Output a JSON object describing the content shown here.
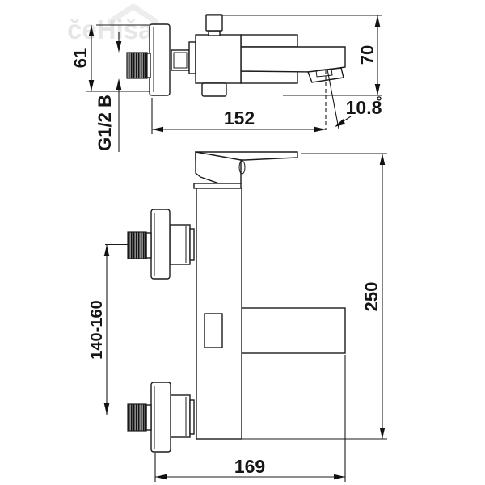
{
  "watermark": {
    "text": "čeHiša",
    "color": "#d7d7d7"
  },
  "colors": {
    "ink": "#1b1b1b",
    "background": "#ffffff"
  },
  "side_view": {
    "dim_mount_height": "61",
    "dim_thread": "G1/2 B",
    "dim_wall_to_spout": "152",
    "dim_spout_height": "70",
    "dim_spray_angle_value": "10.8",
    "dim_spray_angle_unit": "°"
  },
  "front_view": {
    "dim_inlet_distance": "140-160",
    "dim_total_height": "250",
    "dim_total_width": "169"
  }
}
